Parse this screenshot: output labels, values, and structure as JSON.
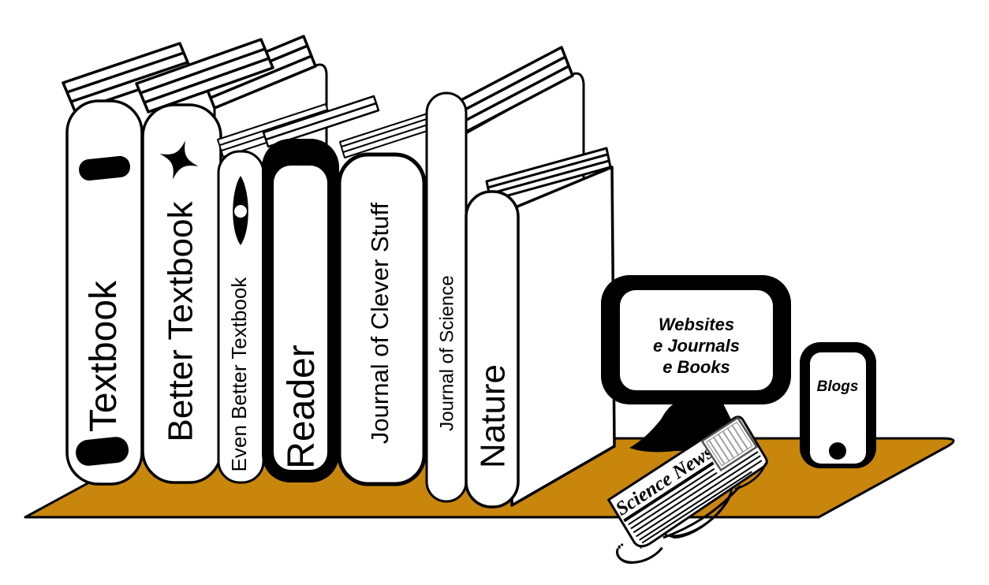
{
  "colors": {
    "shelf": "#C8860D",
    "ink": "#000000",
    "paper": "#FFFFFF"
  },
  "books": [
    {
      "label": "Textbook"
    },
    {
      "label": "Better Textbook"
    },
    {
      "label": "Even Better Textbook"
    },
    {
      "label": "Reader"
    },
    {
      "label": "Journal of Clever Stuff"
    },
    {
      "label": "Journal of Science"
    },
    {
      "label": "Nature"
    }
  ],
  "monitor": {
    "lines": [
      "Websites",
      "e Journals",
      "e Books"
    ]
  },
  "newspaper": {
    "title": "Science News"
  },
  "phone": {
    "label": "Blogs"
  }
}
